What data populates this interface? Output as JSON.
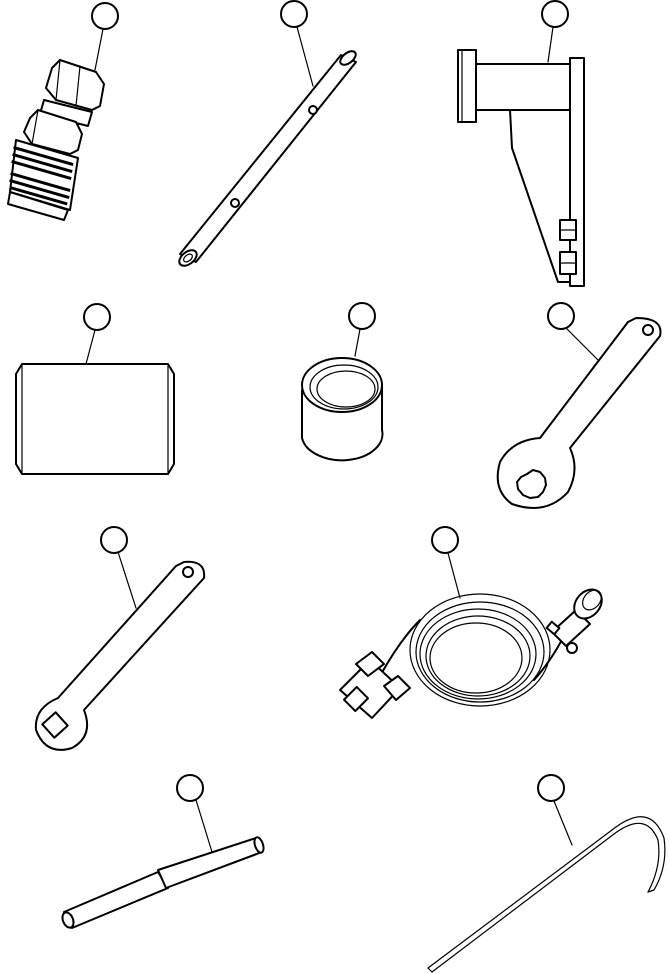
{
  "figure": {
    "background": "#ffffff",
    "line_color": "#000000",
    "callouts": [
      {
        "part": "quick-disconnect-coupling",
        "label": ""
      },
      {
        "part": "drilled-tube",
        "label": ""
      },
      {
        "part": "mounting-bracket",
        "label": ""
      },
      {
        "part": "sleeve",
        "label": ""
      },
      {
        "part": "ring",
        "label": ""
      },
      {
        "part": "box-end-wrench-splined",
        "label": ""
      },
      {
        "part": "square-drive-wrench",
        "label": ""
      },
      {
        "part": "diagnostic-cable",
        "label": ""
      },
      {
        "part": "probe-tool",
        "label": ""
      },
      {
        "part": "hook-rod",
        "label": ""
      }
    ]
  }
}
